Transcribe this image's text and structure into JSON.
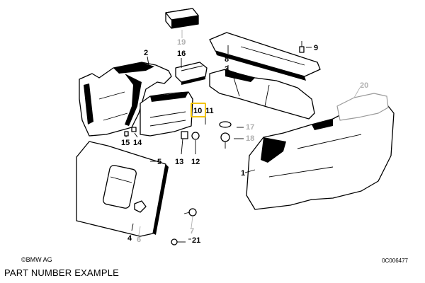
{
  "callouts": {
    "c1": "1",
    "c2": "2",
    "c3": "3",
    "c4": "4",
    "c5": "5",
    "c6": "6",
    "c7": "7",
    "c8": "8",
    "c9": "9",
    "c10": "10",
    "c11": "11",
    "c12": "12",
    "c13": "13",
    "c14": "14",
    "c15": "15",
    "c16": "16",
    "c17": "17",
    "c18": "18",
    "c19": "19",
    "c20": "20",
    "c21": "21"
  },
  "highlighted_callout": "10",
  "colors": {
    "highlight": "#f2c200",
    "active_label": "#000000",
    "inactive_label": "#b0b0b0"
  },
  "footer": {
    "copyright": "©BMW AG",
    "reference": "0C006477",
    "caption": "PART NUMBER EXAMPLE"
  }
}
